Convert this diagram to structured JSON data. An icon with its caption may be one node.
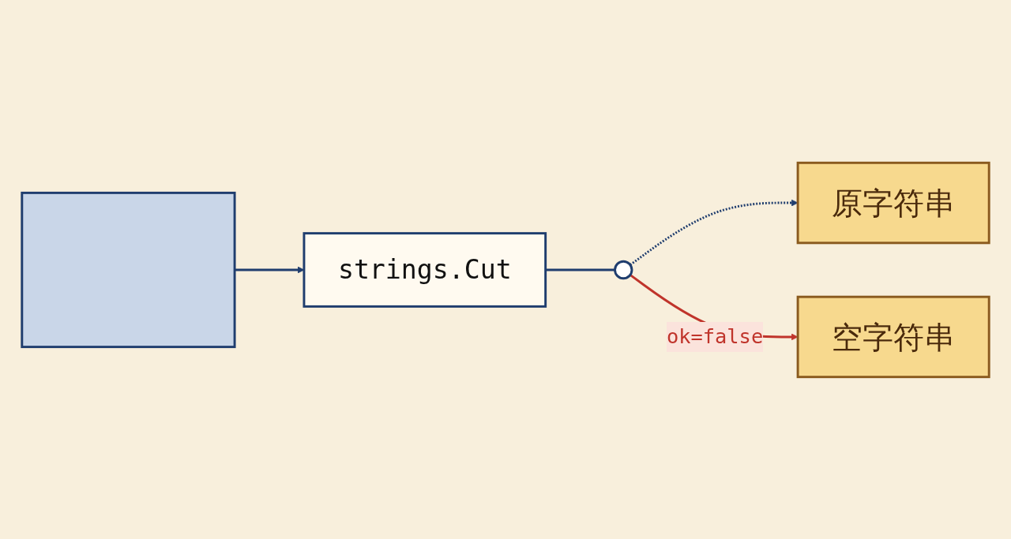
{
  "diagram": {
    "nodes": [
      {
        "text": [],
        "shape": "box"
      },
      {
        "text": [
          "strings.Cut"
        ]
      },
      {
        "text": [],
        "shape": "circle"
      },
      {
        "text": [
          "原字符串"
        ]
      },
      {
        "text": [
          "空字符串"
        ]
      }
    ],
    "edges": [
      {
        "from": 0,
        "to": 1,
        "arrow": "to"
      },
      {
        "from": 1,
        "to": 2,
        "arrow": "none"
      },
      {
        "from": 2,
        "to": 3,
        "arrow": "to",
        "style": "dashed"
      },
      {
        "from": 2,
        "to": 4,
        "arrow": "to",
        "label": "ok=false",
        "color": "#c0342b"
      }
    ]
  }
}
